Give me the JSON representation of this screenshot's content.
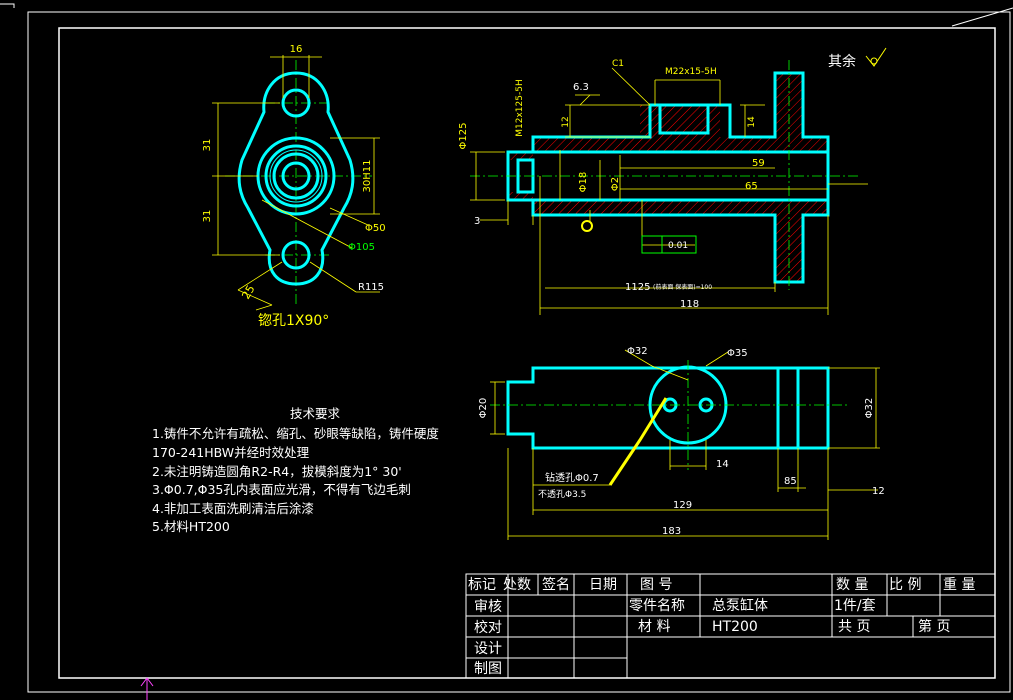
{
  "colors": {
    "background": "#000000",
    "outline": "#00ffff",
    "dimension": "#ffff00",
    "frame": "#ffffff",
    "centerline": "#00ff00",
    "hatch": "#ff0000"
  },
  "drawing": {
    "surface_finish_note": "其余",
    "flange_view": {
      "dim_16": "16",
      "dim_31_top": "31",
      "dim_31_bottom": "31",
      "dim_30h11": "30H11",
      "dim_phi50": "Φ50",
      "dim_phi105": "Φ105",
      "dim_r115": "R115",
      "dim_25": "25",
      "countersink_note": "锪孔1X90°"
    },
    "section_view": {
      "dim_c1": "C1",
      "dim_m22": "M22x15-5H",
      "dim_m12": "M12x125-5H",
      "dim_phi125": "Φ125",
      "dim_12": "12",
      "dim_14": "14",
      "dim_59": "59",
      "dim_65": "65",
      "dim_phi18": "Φ18",
      "dim_phi2": "Φ2",
      "dim_3": "3",
      "dim_63": "6.3",
      "tol_value": "0.01",
      "dim_1125": "1125",
      "dim_118": "118",
      "roughness_note": "(前表面   保表面)=100"
    },
    "top_view": {
      "dim_phi32": "Φ32",
      "dim_phi35": "Φ35",
      "dim_phi20": "Φ20",
      "dim_phi32_right": "Φ32",
      "dim_14": "14",
      "dim_85": "85",
      "dim_12": "12",
      "dim_129": "129",
      "dim_183": "183",
      "drill_through": "钻透孔Φ0.7",
      "drill_blind": "不透孔Φ3.5"
    }
  },
  "notes": {
    "title": "技术要求",
    "lines": [
      "1.铸件不允许有疏松、缩孔、砂眼等缺陷，铸件硬度",
      "170-241HBW并经时效处理",
      "2.未注明铸造圆角R2-R4，拔模斜度为1° 30'",
      "3.Φ0.7,Φ35孔内表面应光滑，不得有飞边毛刺",
      "4.非加工表面洗刷清洁后涂漆",
      "5.材料HT200"
    ]
  },
  "title_block": {
    "h_mark": "标记",
    "h_count": "处数",
    "h_sign": "签名",
    "h_date": "日期",
    "h_drawing_no": "图  号",
    "h_qty": "数 量",
    "h_scale": "比 例",
    "h_weight": "重 量",
    "r_review": "审核",
    "r_proof": "校对",
    "r_design": "设计",
    "r_draft": "制图",
    "part_name_label": "零件名称",
    "part_name": "总泵缸体",
    "material_label": "材  料",
    "material": "HT200",
    "qty_value": "1件/套",
    "total_sheets": "共   页",
    "sheet_no": "第   页"
  }
}
